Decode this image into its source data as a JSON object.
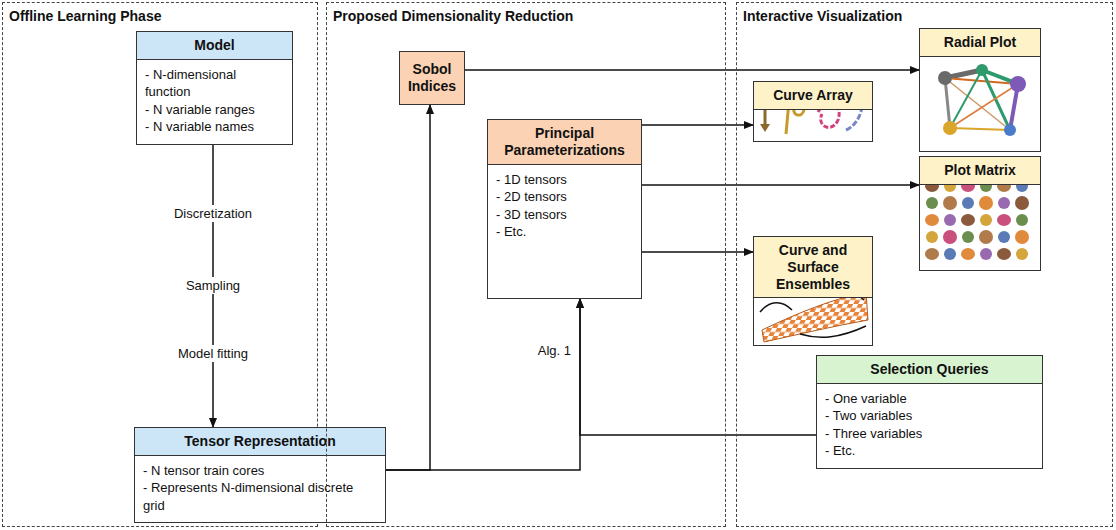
{
  "diagram": {
    "nodes": [
      {
        "text": [
          "Offline Learning Phase"
        ]
      },
      {
        "text": [
          "Model",
          "- N-dimensional function",
          "- N variable ranges",
          "- N variable names"
        ],
        "in": 0
      },
      {
        "text": [
          "Tensor Representation",
          "- N tensor train cores",
          "- Represents N-dimensional discrete grid"
        ],
        "in": 0
      },
      {
        "text": [
          "Proposed Dimensionality Reduction"
        ]
      },
      {
        "text": [
          "Sobol Indices"
        ],
        "in": 3
      },
      {
        "text": [
          "Principal Parameterizations",
          "- 1D tensors",
          "- 2D tensors",
          "- 3D tensors",
          "- Etc."
        ],
        "in": 3
      },
      {
        "text": [
          "Interactive Visualization"
        ]
      },
      {
        "text": [
          "Radial Plot"
        ],
        "in": 6
      },
      {
        "text": [
          "Curve Array"
        ],
        "in": 6
      },
      {
        "text": [
          "Plot Matrix"
        ],
        "in": 6
      },
      {
        "text": [
          "Curve and Surface Ensembles"
        ],
        "in": 6
      },
      {
        "text": [
          "Selection Queries",
          "- One variable",
          "- Two variables",
          "- Three variables",
          "- Etc."
        ],
        "in": 6
      }
    ],
    "edges": [
      {
        "from": 1,
        "to": 2,
        "arrow": "to"
      },
      {
        "from": 2,
        "to": 4,
        "arrow": "to"
      },
      {
        "from": 2,
        "to": 5,
        "label": "Alg. 1",
        "arrow": "to"
      },
      {
        "from": 11,
        "to": 5,
        "arrow": "to"
      },
      {
        "from": 4,
        "to": 7,
        "arrow": "to"
      },
      {
        "from": 5,
        "to": 8,
        "arrow": "to"
      },
      {
        "from": 5,
        "to": 9,
        "arrow": "to"
      },
      {
        "from": 5,
        "to": 10,
        "arrow": "to"
      }
    ],
    "labels": [
      "Discretization",
      "Sampling",
      "Model fitting"
    ]
  }
}
